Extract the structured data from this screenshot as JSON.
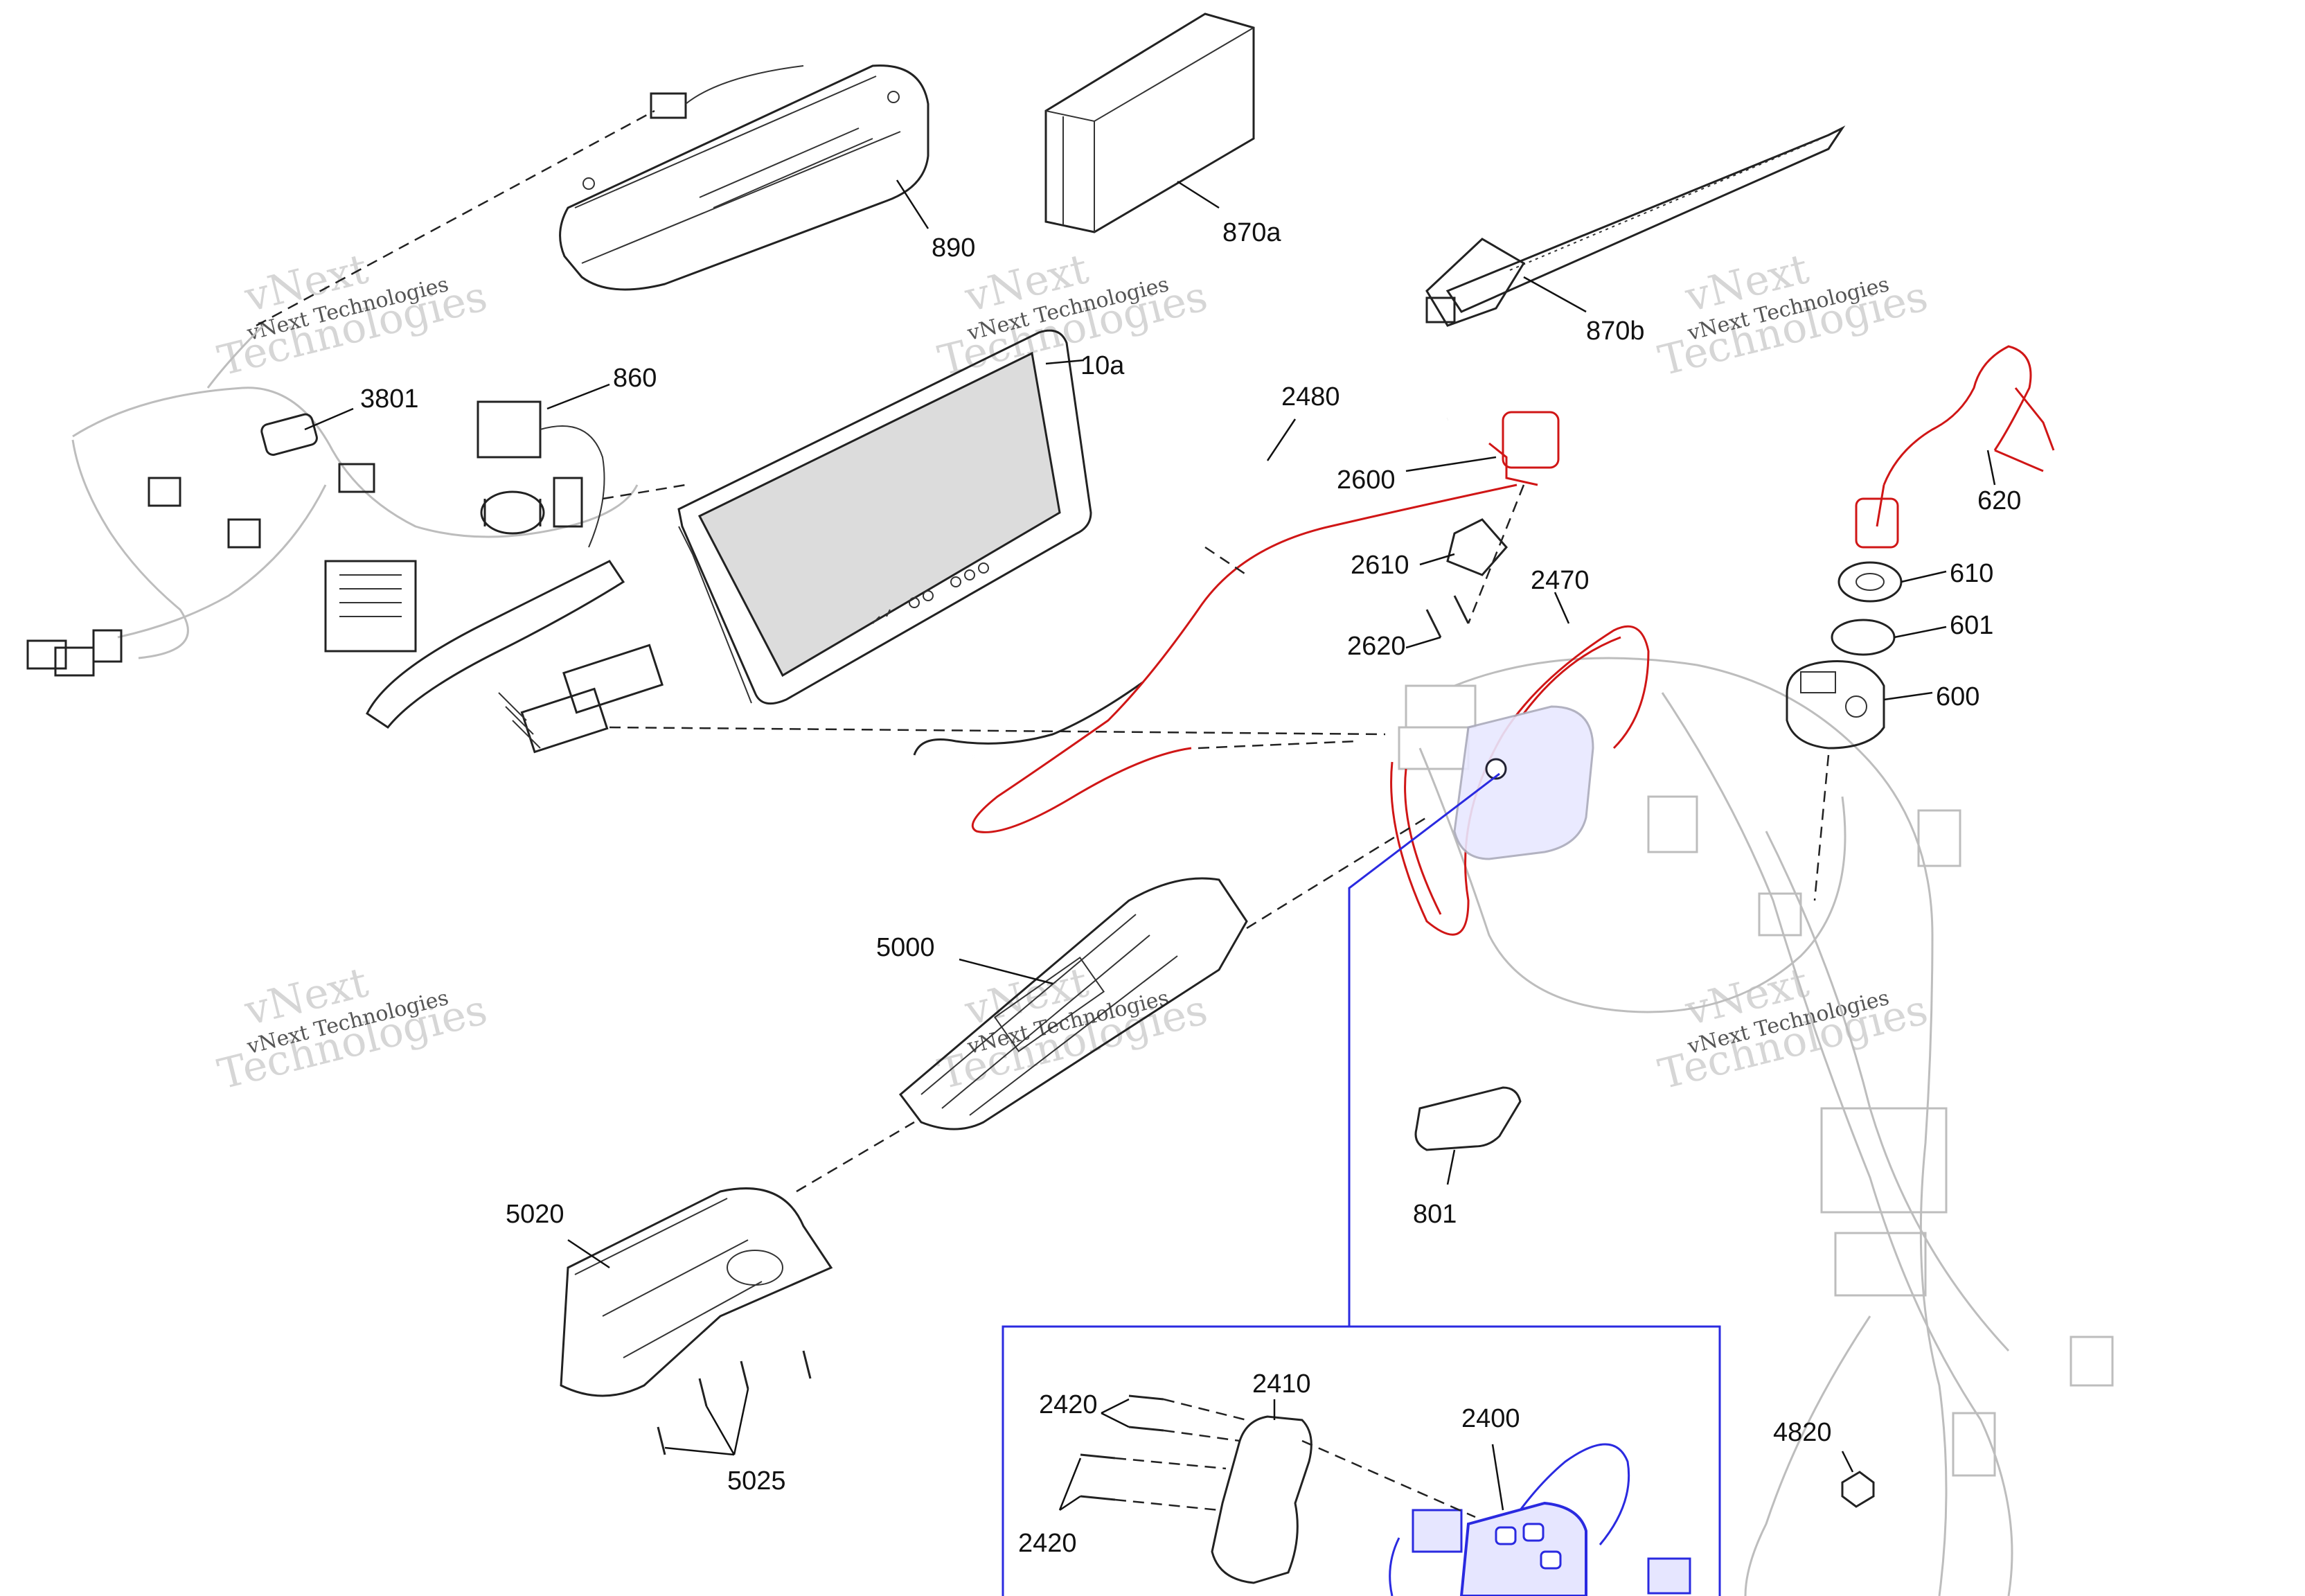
{
  "callouts": [
    {
      "id": "890",
      "text": "890"
    },
    {
      "id": "870a",
      "text": "870a"
    },
    {
      "id": "870b",
      "text": "870b"
    },
    {
      "id": "3801",
      "text": "3801"
    },
    {
      "id": "860",
      "text": "860"
    },
    {
      "id": "10a",
      "text": "10a"
    },
    {
      "id": "2480",
      "text": "2480"
    },
    {
      "id": "2600",
      "text": "2600"
    },
    {
      "id": "2610",
      "text": "2610"
    },
    {
      "id": "2620",
      "text": "2620"
    },
    {
      "id": "2470",
      "text": "2470"
    },
    {
      "id": "620",
      "text": "620"
    },
    {
      "id": "610",
      "text": "610"
    },
    {
      "id": "601",
      "text": "601"
    },
    {
      "id": "600",
      "text": "600"
    },
    {
      "id": "5000",
      "text": "5000"
    },
    {
      "id": "801",
      "text": "801"
    },
    {
      "id": "5020",
      "text": "5020"
    },
    {
      "id": "5025",
      "text": "5025"
    },
    {
      "id": "2410",
      "text": "2410"
    },
    {
      "id": "2420a",
      "text": "2420"
    },
    {
      "id": "2420b",
      "text": "2420"
    },
    {
      "id": "2400",
      "text": "2400"
    },
    {
      "id": "4820",
      "text": "4820"
    }
  ],
  "watermark": {
    "line1": "vNext Technologies",
    "line2": "vNext",
    "line3": "Technologies"
  },
  "colors": {
    "callout_red": "#d01616",
    "detail_blue": "#2a2ae0",
    "ghost_grey": "#bdbdbd",
    "line_black": "#222222"
  }
}
